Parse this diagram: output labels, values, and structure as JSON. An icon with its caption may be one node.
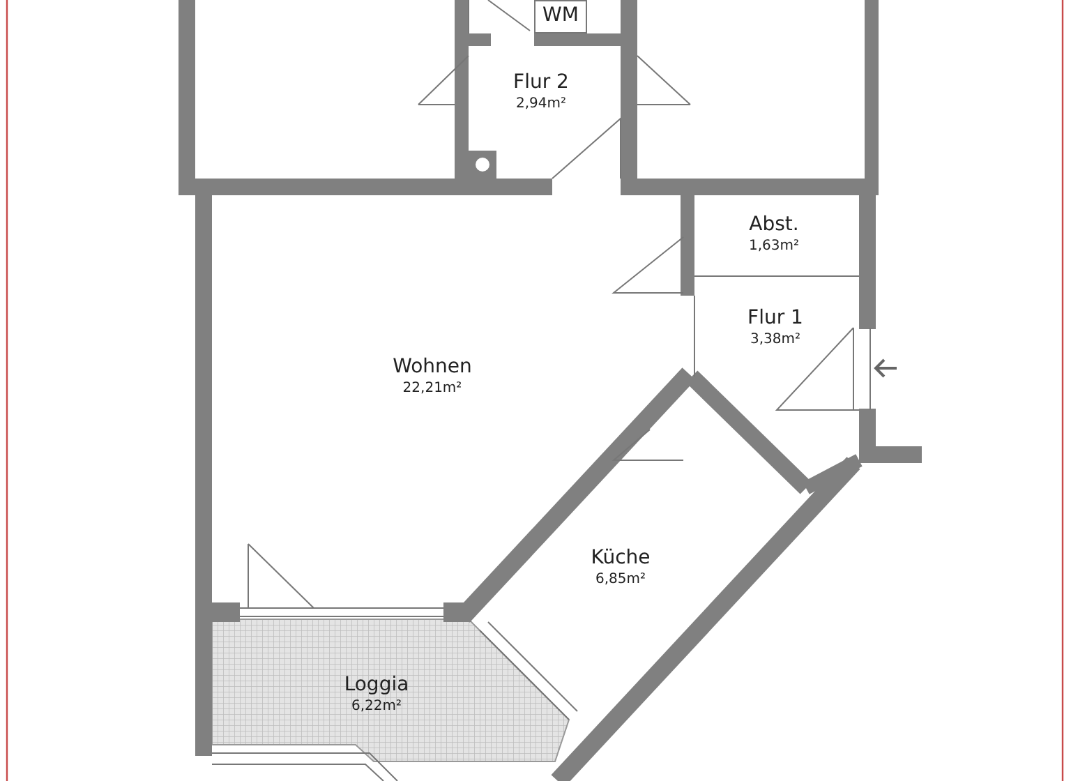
{
  "diagram": {
    "nodes": [
      {
        "text": [
          "WM"
        ]
      },
      {
        "text": [
          "Flur 2",
          "2,94m²"
        ]
      },
      {
        "text": [
          "Abst.",
          "1,63m²"
        ]
      },
      {
        "text": [
          "Flur 1",
          "3,38m²"
        ]
      },
      {
        "text": [
          "Wohnen",
          "22,21m²"
        ]
      },
      {
        "text": [
          "Küche",
          "6,85m²"
        ]
      },
      {
        "text": [
          "Loggia",
          "6,22m²"
        ]
      }
    ]
  }
}
